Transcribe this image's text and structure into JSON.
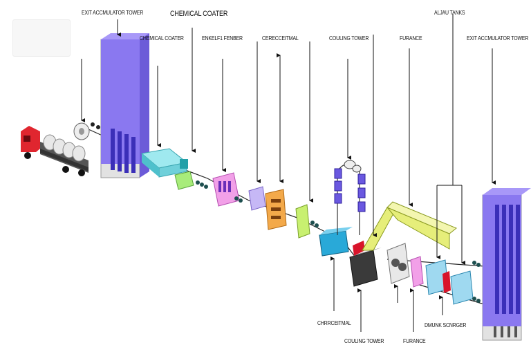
{
  "labels": {
    "exit_tower_left": "EXIT ACCMULATOR TOWER",
    "chemical_coater_top": "CHEMICAL COATER",
    "chemical_coater": "CHEMICAL COATER",
    "enkelf_fenber": "ENKELF1 FENBER",
    "cerecceitmal": "CERECCEITMAL",
    "couling_tower_top": "COULING TOWER",
    "furance_top": "FURANCE",
    "aljau_tanks": "ALJAU TANKS",
    "exit_tower_right": "EXIT ACCMULATOR TOWER",
    "chrrceitmal": "CHRRCEITMAL",
    "couling_tower_bottom": "COULING TOWER",
    "furance_bottom": "FURANCE",
    "dmunk_scnrger": "DMUNK SCNRGER"
  },
  "colors": {
    "tower": "#8a78f0",
    "tower_dark": "#3b2fb8",
    "truck": "#cc1f2a",
    "coater": "#7fe0e8",
    "green": "#a8ec7a",
    "pink": "#f2a0e8",
    "orange": "#f3a94a",
    "lime": "#c8f070",
    "cyan": "#29a9d8",
    "furnace": "#e6ee7a",
    "tank": "#9fd9f0"
  }
}
